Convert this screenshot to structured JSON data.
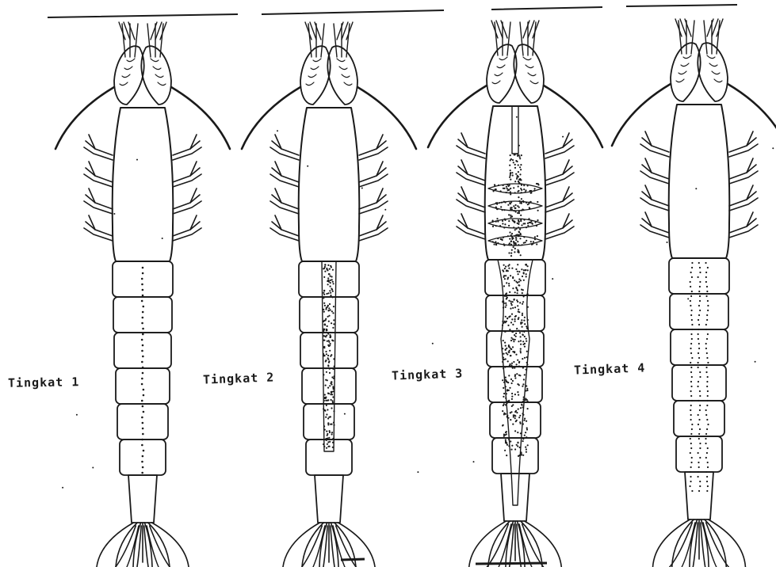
{
  "stages": [
    {
      "label": "Tingkat 1",
      "speckle": "line"
    },
    {
      "label": "Tingkat 2",
      "speckle": "band"
    },
    {
      "label": "Tingkat 3",
      "speckle": "wide"
    },
    {
      "label": "Tingkat 4",
      "speckle": "dotted"
    }
  ],
  "colors": {
    "ink": "#1a1a1a",
    "paper": "#ffffff"
  }
}
